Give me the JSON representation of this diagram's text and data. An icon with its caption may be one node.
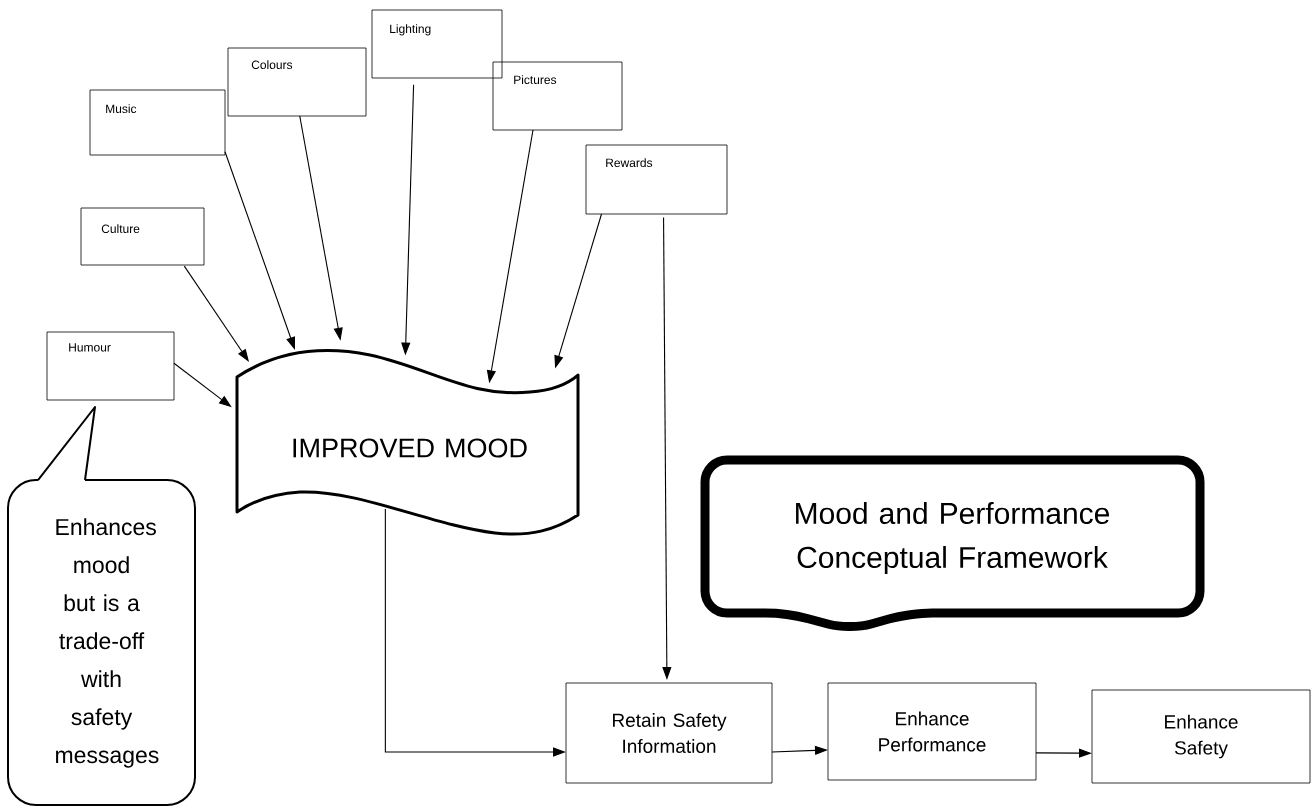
{
  "diagram": {
    "nodes": [
      {
        "text": [
          "Music"
        ]
      },
      {
        "text": [
          "Colours"
        ]
      },
      {
        "text": [
          "Lighting"
        ]
      },
      {
        "text": [
          "Pictures"
        ]
      },
      {
        "text": [
          "Rewards"
        ]
      },
      {
        "text": [
          "Culture"
        ]
      },
      {
        "text": [
          "Humour"
        ]
      },
      {
        "text": [
          "IMPROVED MOOD"
        ]
      },
      {
        "text": [
          "Enhances mood but is a trade-off with safety messages"
        ]
      },
      {
        "text": [
          "Mood and Performance Conceptual Framework"
        ]
      },
      {
        "text": [
          "Retain Safety Information"
        ]
      },
      {
        "text": [
          "Enhance Performance"
        ]
      },
      {
        "text": [
          "Enhance Safety"
        ]
      }
    ],
    "edges": [
      {
        "from": 0,
        "to": 7,
        "arrow": "to"
      },
      {
        "from": 1,
        "to": 7,
        "arrow": "to"
      },
      {
        "from": 2,
        "to": 7,
        "arrow": "to"
      },
      {
        "from": 3,
        "to": 7,
        "arrow": "to"
      },
      {
        "from": 4,
        "to": 7,
        "arrow": "to"
      },
      {
        "from": 5,
        "to": 7,
        "arrow": "to"
      },
      {
        "from": 6,
        "to": 7,
        "arrow": "to"
      },
      {
        "from": 4,
        "to": 10,
        "arrow": "to"
      },
      {
        "from": 7,
        "to": 10,
        "arrow": "to"
      },
      {
        "from": 10,
        "to": 11,
        "arrow": "to"
      },
      {
        "from": 11,
        "to": 12,
        "arrow": "to"
      }
    ]
  }
}
